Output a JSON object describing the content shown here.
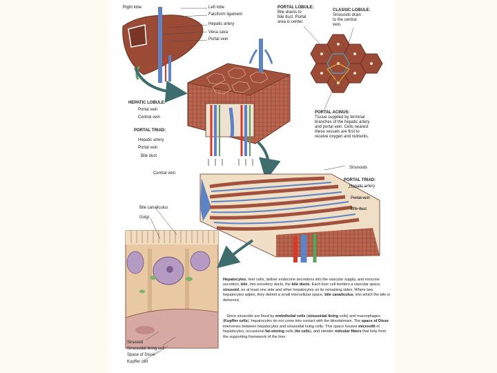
{
  "colors": {
    "background": "#fdfaf1",
    "page": "#ffffff",
    "liver": "#9b4a36",
    "vein_blue": "#5e83c4",
    "artery_red": "#d8382a",
    "bile_green": "#5aa35a",
    "lobule_wall": "#b25a44",
    "hepatocyte": "#e8c9a4"
  },
  "liver_labels": {
    "right_lobe": "Right lobe",
    "left_lobe": "Left lobe",
    "falciform": "Falciform ligament",
    "hepatic_artery": "Hepatic artery",
    "vena_cava": "Vena cava",
    "portal_vein": "Portal vein"
  },
  "portal_lobule": [
    "PORTAL LOBULE:",
    "Bile drains to",
    "bile duct. Portal",
    "area is center."
  ],
  "classic_lobule": [
    "CLASSIC LOBULE:",
    "Sinusoids drain",
    "to the central",
    "vein."
  ],
  "hepatic_lobule": {
    "title": "HEPATIC LOBULE:",
    "portal_vein": "Portal vein",
    "central_vein": "Central vein"
  },
  "portal_triad_1": {
    "title": "PORTAL TRIAD:",
    "hepatic_artery": "Hepatic artery",
    "portal_vein": "Portal vein",
    "bile_duct": "Bile duct"
  },
  "portal_acinus": [
    "PORTAL ACINUS:",
    "Tissue supplied by terminal",
    "branches of the hepatic artery",
    "and portal vein. Cells nearest",
    "these vessels are first to",
    "receive oxygen and nutrients."
  ],
  "mid_labels": {
    "central_vein": "Central vein",
    "sinusoids": "Sinusoids",
    "bile_canaliculus": "Bile canaliculus",
    "golgi": "Golgi"
  },
  "portal_triad_2": {
    "title": "PORTAL TRIAD:",
    "hepatic_artery": "Hepatic artery",
    "portal_vein": "Portal vein",
    "bile_duct": "Bile duct"
  },
  "bottom_labels": {
    "sinusoid": "Sinusoid",
    "sinusoidal_lining": "Sinusoidal lining cell",
    "space_of_disse": "Space of Disse",
    "kupffer": "Kupffer cell"
  },
  "description": {
    "p1": [
      "Hepatocytes",
      ", liver cells, deliver endocrine secretions into the vascular supply, and exocrine secretion, ",
      "bile",
      ", into excretory ducts, the ",
      "bile ducts",
      ". Each liver cell borders a vascular space, ",
      "sinusoid",
      ", on at least one side and other hepatocytes on its remaining sides. Where two hepatocytes adjoin, they delimit a small intercellular space, ",
      "bile canaliculus",
      ", into which the bile is delivered."
    ],
    "p2": [
      "Since sinusoids are lined by ",
      "endothelial cells",
      " (",
      "sinusoidal lining",
      " cells) and macrophages (",
      "Kupffer cells",
      "), hepatocytes do not come into contact with the bloodstream. The ",
      "space of Disse",
      " intervenes between hepatocytes and sinusoidal lining cells. This space houses ",
      "microvilli",
      " of hepatocytes, occasional ",
      "fat-storing",
      " cells (",
      "Ito cells",
      "), and slender ",
      "reticular fibers",
      " that help form the supporting framework of the liver."
    ]
  }
}
